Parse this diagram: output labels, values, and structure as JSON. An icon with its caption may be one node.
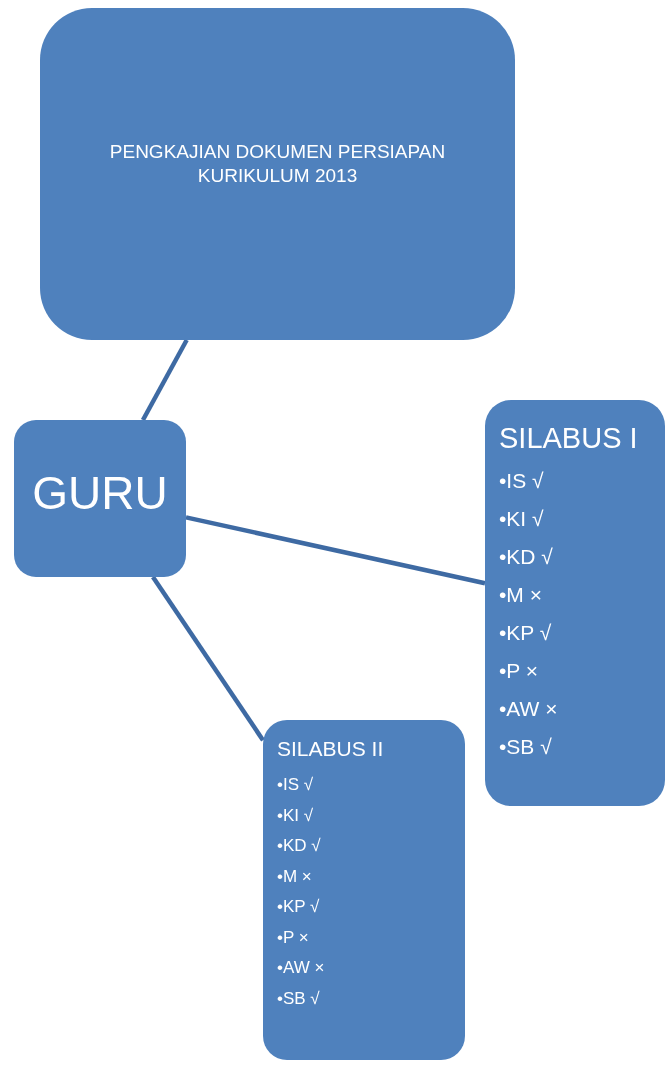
{
  "diagram": {
    "nodes": [
      {
        "text": [
          "PENGKAJIAN DOKUMEN PERSIAPAN KURIKULUM 2013"
        ]
      },
      {
        "text": [
          "GURU"
        ]
      },
      {
        "text": [
          "SILABUS I",
          "•IS √",
          "•KI √",
          "•KD √",
          "•M ×",
          "•KP √",
          "•P ×",
          "•AW ×",
          "•SB √"
        ]
      },
      {
        "text": [
          "SILABUS II",
          "•IS √",
          "•KI √",
          "•KD √",
          "•M ×",
          "•KP √",
          "•P ×",
          "•AW ×",
          "•SB √"
        ]
      }
    ],
    "edges": [
      {
        "from": 0,
        "to": 1,
        "arrow": "none"
      },
      {
        "from": 1,
        "to": 2,
        "arrow": "none"
      },
      {
        "from": 1,
        "to": 3,
        "arrow": "none"
      }
    ]
  }
}
